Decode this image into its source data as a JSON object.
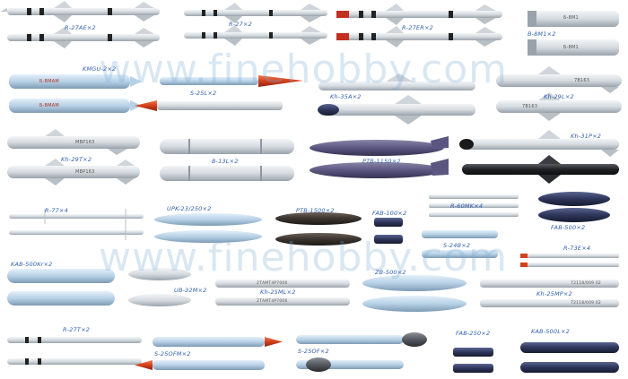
{
  "watermark": "www.finehobby.com",
  "labels": {
    "r27ae": "R-27AE×2",
    "r27": "R-27×2",
    "r27er": "R-27ER×2",
    "b8m1": "B-8M1×2",
    "kmgu": "KMGU-2×2",
    "s25l": "S-25L×2",
    "kh35a": "Kh-35A×2",
    "kh29l": "Kh-29L×2",
    "kh29t": "Kh-29T×2",
    "b13l": "B-13L×2",
    "ptb1150": "PTB-1150×2",
    "kh31p": "Kh-31P×2",
    "r77": "R-77×4",
    "upk23": "UPK-23/250×2",
    "ptb1500": "PTB-1500×2",
    "fab100": "FAB-100×2",
    "r60mk": "R-60MK×4",
    "s24b": "S-24B×2",
    "fab500": "FAB-500×2",
    "r73e": "R-73E×4",
    "kab500kr": "KAB-500Kr×2",
    "ub32m": "UB-32M×2",
    "kh25ml": "Kh-25ML×2",
    "zb500": "ZB-500×2",
    "kh25mp": "Kh-25MP×2",
    "r27t": "R-27T×2",
    "s25ofm": "S-25OFM×2",
    "s25ofx": "S-25OF×2",
    "fab250": "FAB-250×2",
    "kab500l": "KAB-500L×2"
  },
  "markings": {
    "b8m1_tag": "Б-8М1",
    "kmgu_tag": "Б-ВМАМ",
    "kh29_tag": "МВР163",
    "kh29l_tag": "7В163",
    "kh25_tag": "2ТАМТ4Р7006",
    "kh25mp_tag": "72118/009 02"
  },
  "colors": {
    "label_blue": "#2f5fb0",
    "body_grey": "#d8dde2",
    "light_blue": "#b9d3e8",
    "dark_grey": "#4a4f57",
    "nose_red": "#d2401c",
    "navy": "#2b3354",
    "black": "#1a1a1a"
  }
}
